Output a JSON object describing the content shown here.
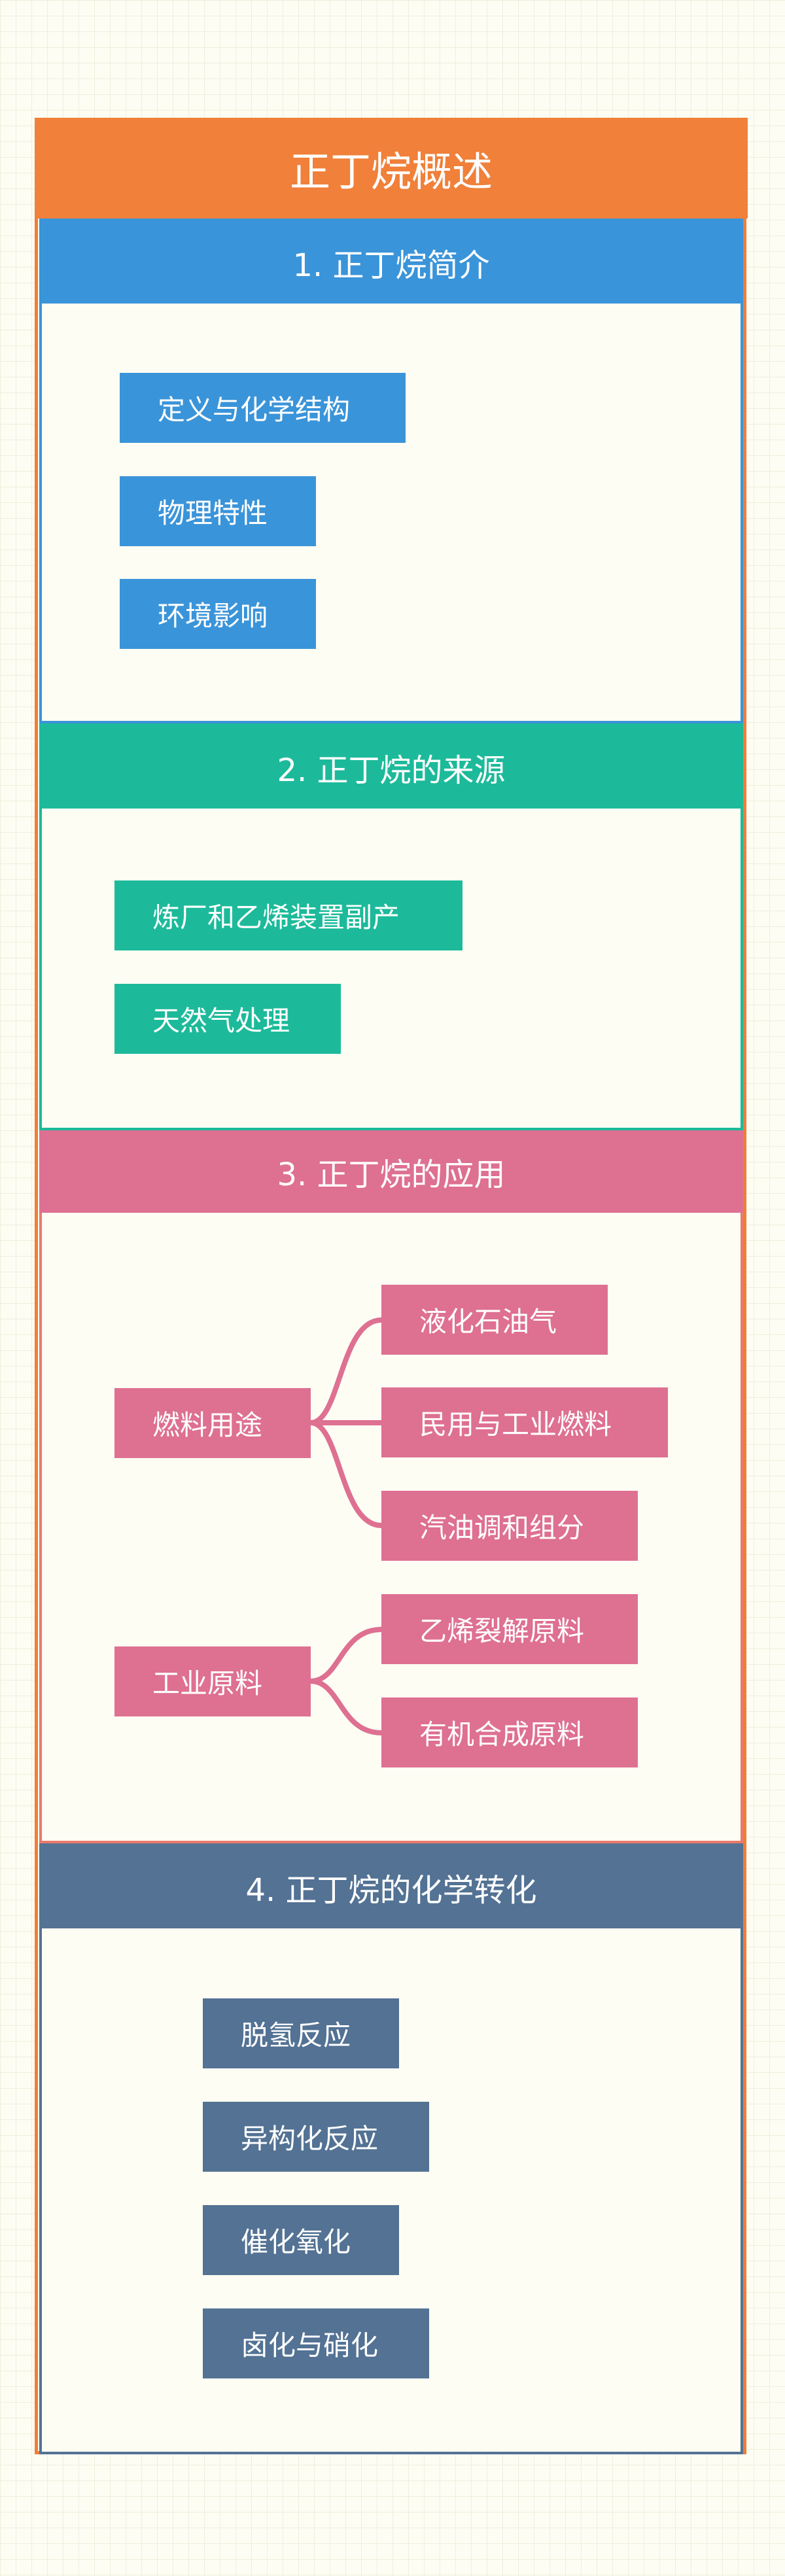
{
  "title": "正丁烷概述",
  "colors": {
    "frame": "#f0803a",
    "section1": "#3a94d9",
    "section2": "#1cba9a",
    "section3": "#de7092",
    "section4": "#537294"
  },
  "sections": [
    {
      "heading": "1. 正丁烷简介",
      "items": [
        "定义与化学结构",
        "物理特性",
        "环境影响"
      ]
    },
    {
      "heading": "2. 正丁烷的来源",
      "items": [
        "炼厂和乙烯装置副产",
        "天然气处理"
      ]
    },
    {
      "heading": "3. 正丁烷的应用",
      "groups": [
        {
          "label": "燃料用途",
          "children": [
            "液化石油气",
            "民用与工业燃料",
            "汽油调和组分"
          ]
        },
        {
          "label": "工业原料",
          "children": [
            "乙烯裂解原料",
            "有机合成原料"
          ]
        }
      ]
    },
    {
      "heading": "4. 正丁烷的化学转化",
      "items": [
        "脱氢反应",
        "异构化反应",
        "催化氧化",
        "卤化与硝化"
      ]
    }
  ]
}
